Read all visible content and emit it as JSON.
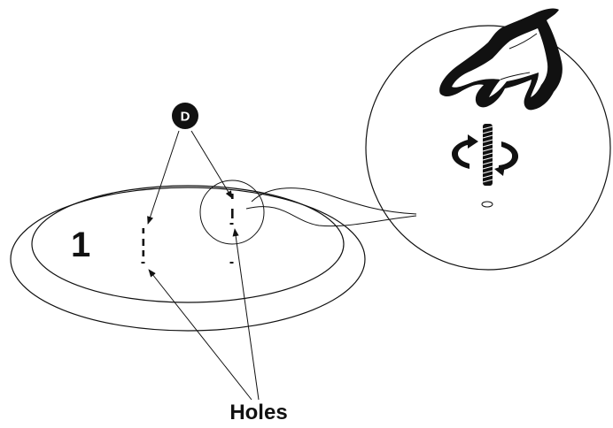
{
  "part_number": "1",
  "callout_letter": "D",
  "holes_label": "Holes",
  "icons": {
    "hand": "hand-pinch-icon",
    "rotate": "rotate-arrows-icon",
    "screw": "threaded-rod-icon"
  },
  "colors": {
    "ink": "#111111",
    "background": "#ffffff"
  }
}
